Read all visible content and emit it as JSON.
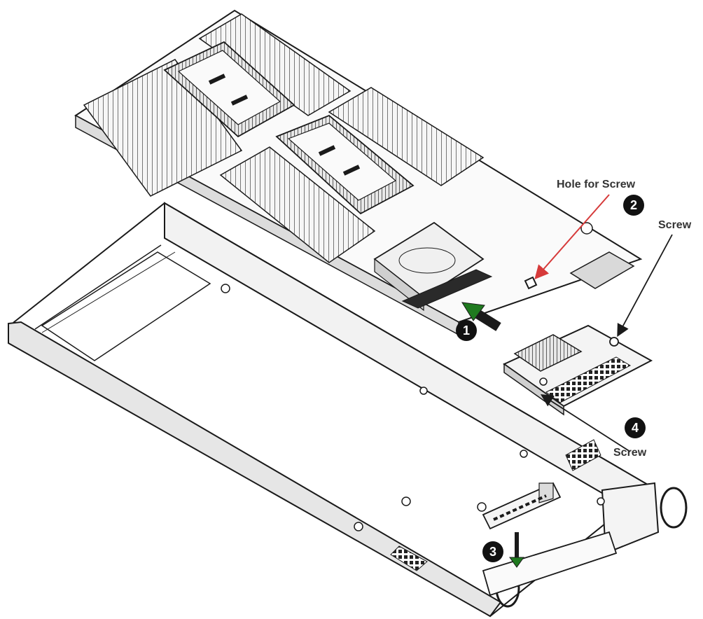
{
  "labels": {
    "hole_for_screw": "Hole for Screw",
    "screw_top": "Screw",
    "screw_bottom": "Screw"
  },
  "steps": [
    "1",
    "2",
    "3",
    "4"
  ],
  "colors": {
    "line": "#1a1a1a",
    "fill_light": "#f4f4f4",
    "fill_mid": "#d9d9d9",
    "fill_dark": "#3a3a3a",
    "arrow_red": "#d63a3a",
    "arrow_green": "#1f7a1f",
    "arrow_dark": "#1a1a1a",
    "badge": "#111111"
  },
  "icons": {
    "motherboard": "motherboard-illustration",
    "chassis": "chassis-tray-illustration",
    "aoc_card": "add-on-card-illustration",
    "bracket": "io-bracket-illustration"
  }
}
